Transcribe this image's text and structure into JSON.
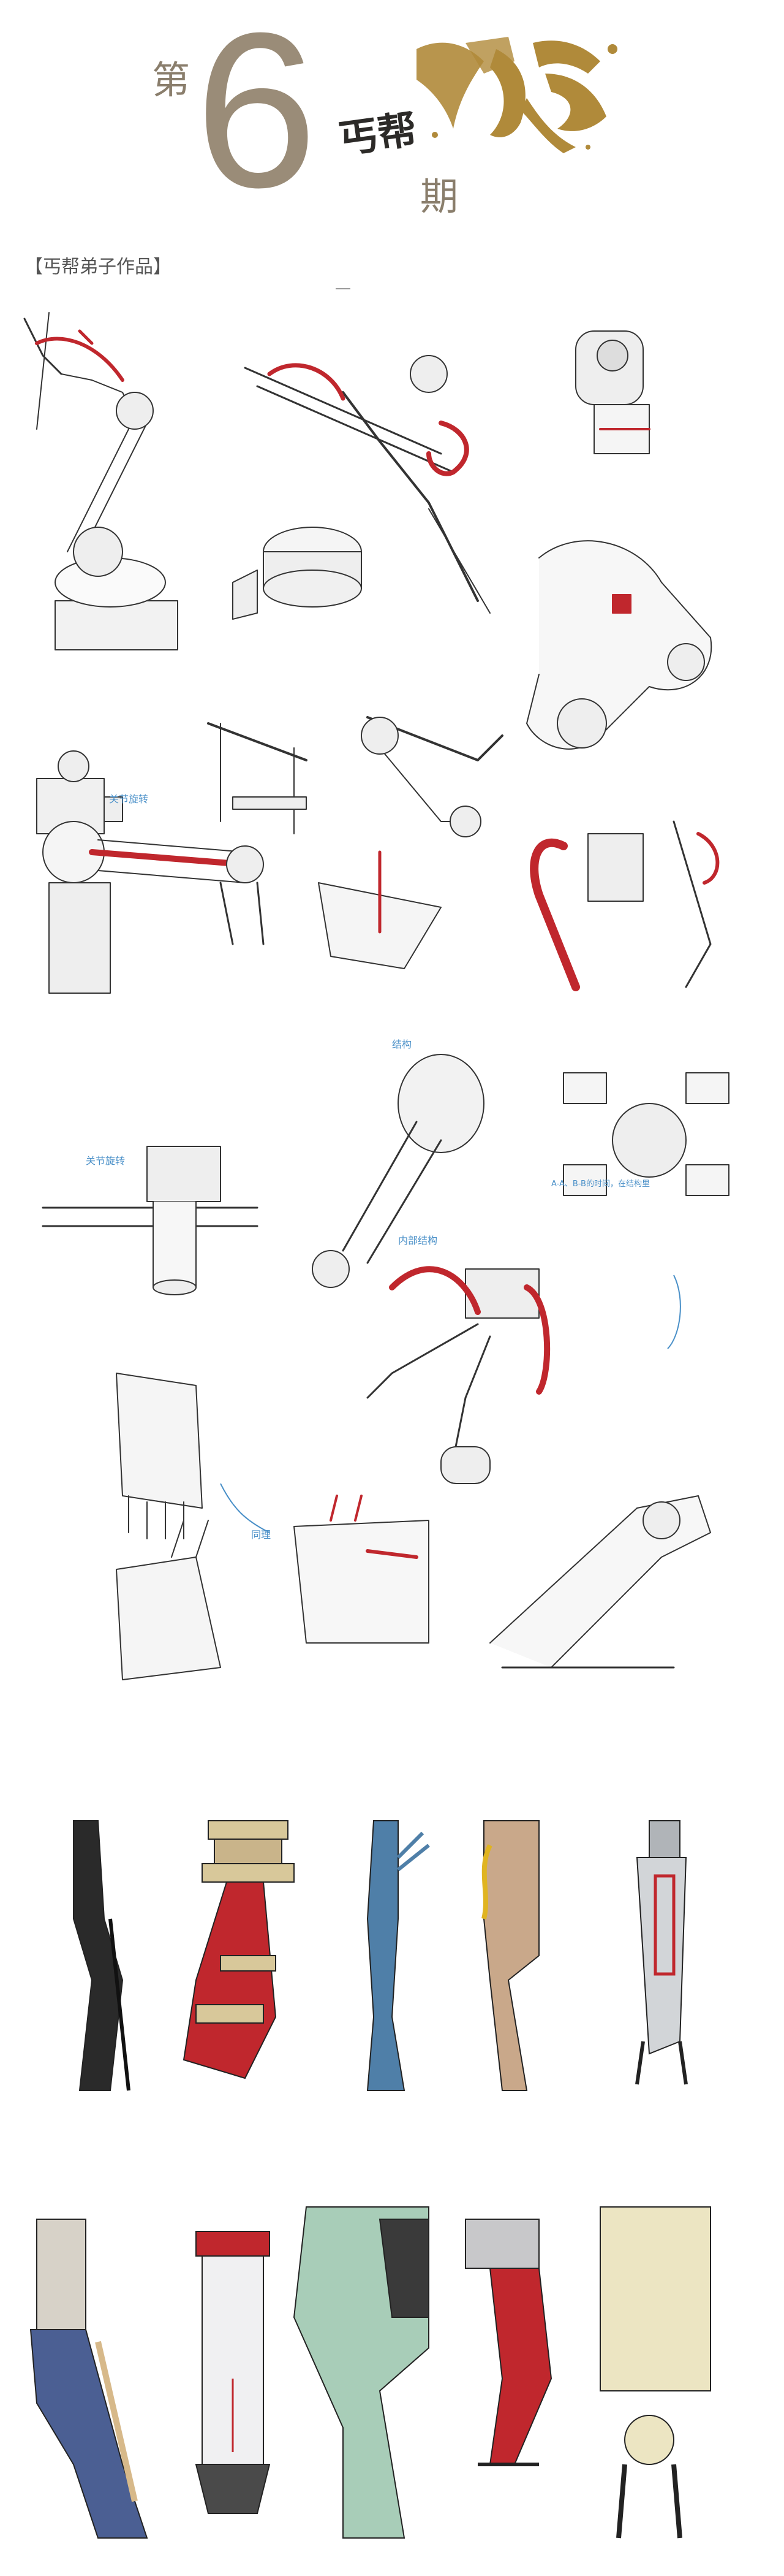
{
  "header": {
    "di": "第",
    "number": "6",
    "qi": "期",
    "brand_small": "丐帮",
    "brand_large": "外诀"
  },
  "section_label": "【丐帮弟子作品】",
  "annotations": {
    "a1": "关节旋转",
    "a2": "关节旋转",
    "a3": "结构",
    "a4": "A-A、B-B的时间，在结构里",
    "a5": "内部结构",
    "a6": "同理"
  },
  "colors": {
    "accent_red": "#c0272d",
    "sketch_line": "#333333",
    "annotation_blue": "#4a90c8",
    "header_taupe": "#9a8c78",
    "gold": "#b08a3a"
  }
}
